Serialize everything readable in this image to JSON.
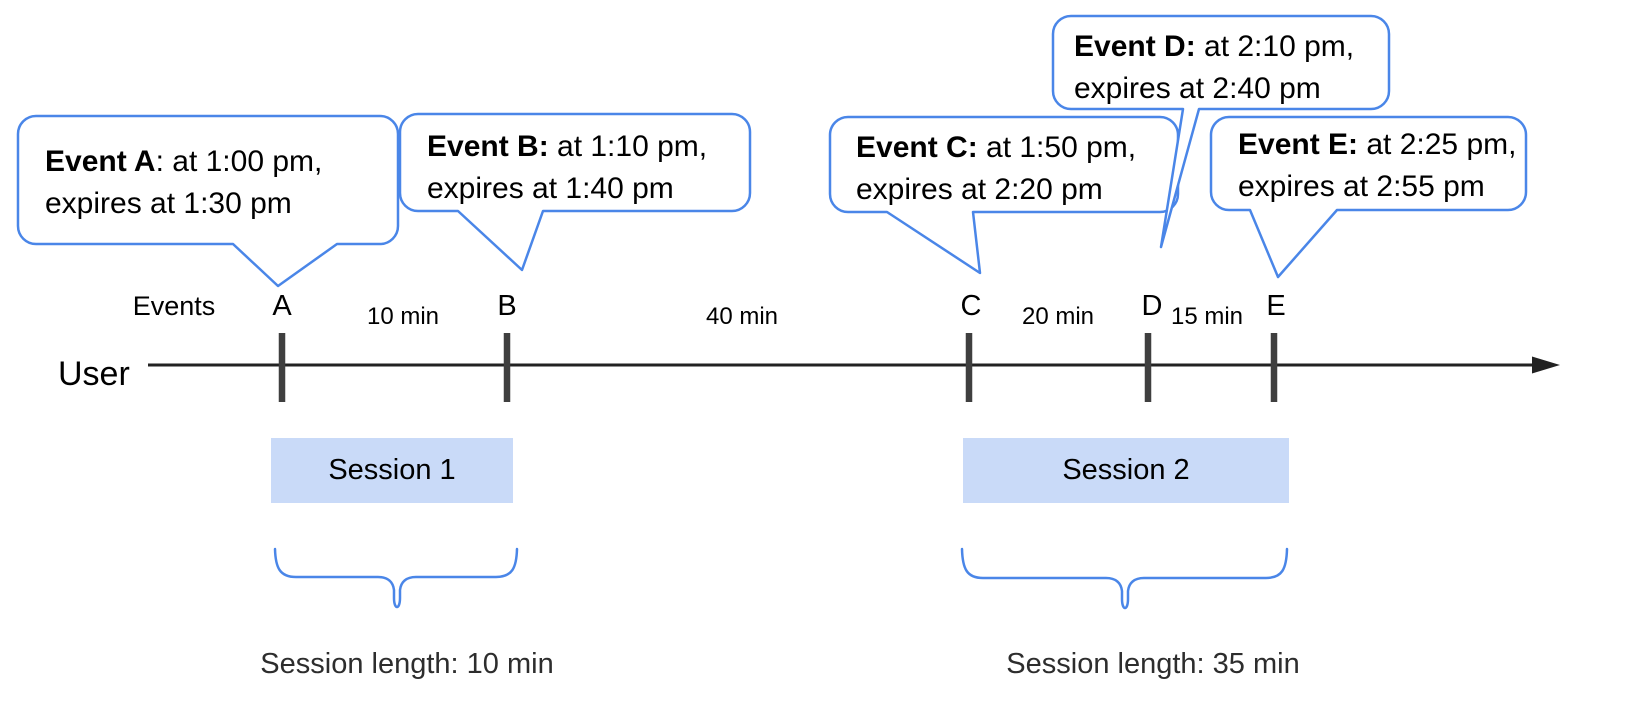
{
  "bubbles": [
    {
      "id": "A",
      "line1_bold": "Event A",
      "line1_rest": ": at 1:00 pm,",
      "line2": "expires at 1:30 pm"
    },
    {
      "id": "B",
      "line1_bold": "Event B:",
      "line1_rest": " at 1:10 pm,",
      "line2": "expires at 1:40 pm"
    },
    {
      "id": "C",
      "line1_bold": "Event C:",
      "line1_rest": " at 1:50 pm,",
      "line2": "expires at 2:20 pm"
    },
    {
      "id": "D",
      "line1_bold": "Event D:",
      "line1_rest": " at 2:10 pm,",
      "line2": "expires at 2:40 pm"
    },
    {
      "id": "E",
      "line1_bold": "Event E:",
      "line1_rest": " at 2:25 pm,",
      "line2": "expires at 2:55 pm"
    }
  ],
  "timeline": {
    "row_label": "User",
    "events_caption": "Events",
    "event_labels": [
      "A",
      "B",
      "C",
      "D",
      "E"
    ],
    "intervals": [
      {
        "between": "A-B",
        "label": "10 min"
      },
      {
        "between": "B-C",
        "label": "40 min"
      },
      {
        "between": "C-D",
        "label": "20 min"
      },
      {
        "between": "D-E",
        "label": "15 min"
      }
    ]
  },
  "sessions": [
    {
      "label": "Session 1",
      "length_label": "Session length: 10 min"
    },
    {
      "label": "Session 2",
      "length_label": "Session length: 35 min"
    }
  ],
  "colors": {
    "accent_blue": "#4a86e8",
    "session_fill": "#c9daf8",
    "axis": "#222222",
    "tick": "#3f3f3f",
    "text": "#000000"
  }
}
